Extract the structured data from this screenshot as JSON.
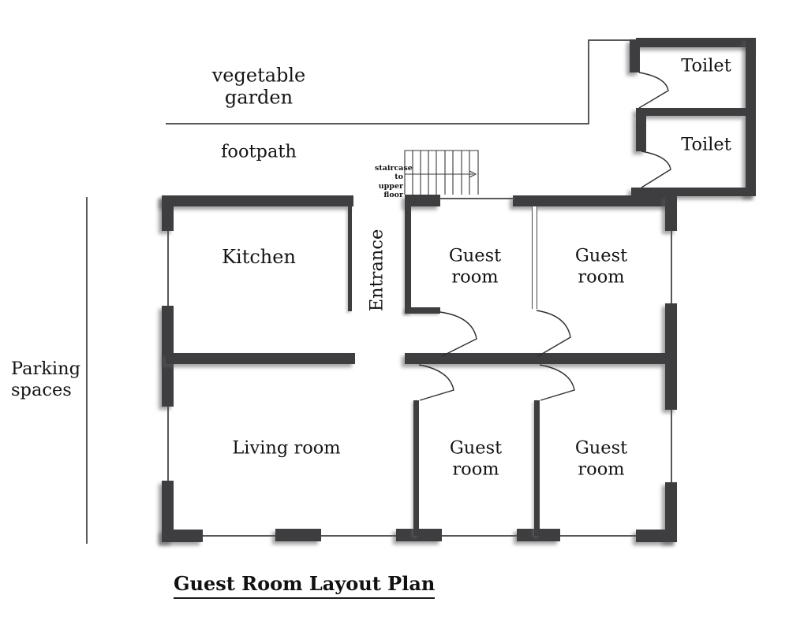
{
  "title": "Guest Room Layout Plan",
  "labels": {
    "vegetable_garden": "vegetable\ngarden",
    "footpath": "footpath",
    "staircase_note": "staircase to\nupper floor",
    "parking": "Parking\nspaces",
    "kitchen": "Kitchen",
    "entrance": "Entrance",
    "guest_room": "Guest\nroom",
    "living_room": "Living room",
    "toilet": "Toilet"
  },
  "colors": {
    "wall": "#3e3e41",
    "thin_line": "#58585a",
    "text": "#141414",
    "background": "#ffffff"
  }
}
